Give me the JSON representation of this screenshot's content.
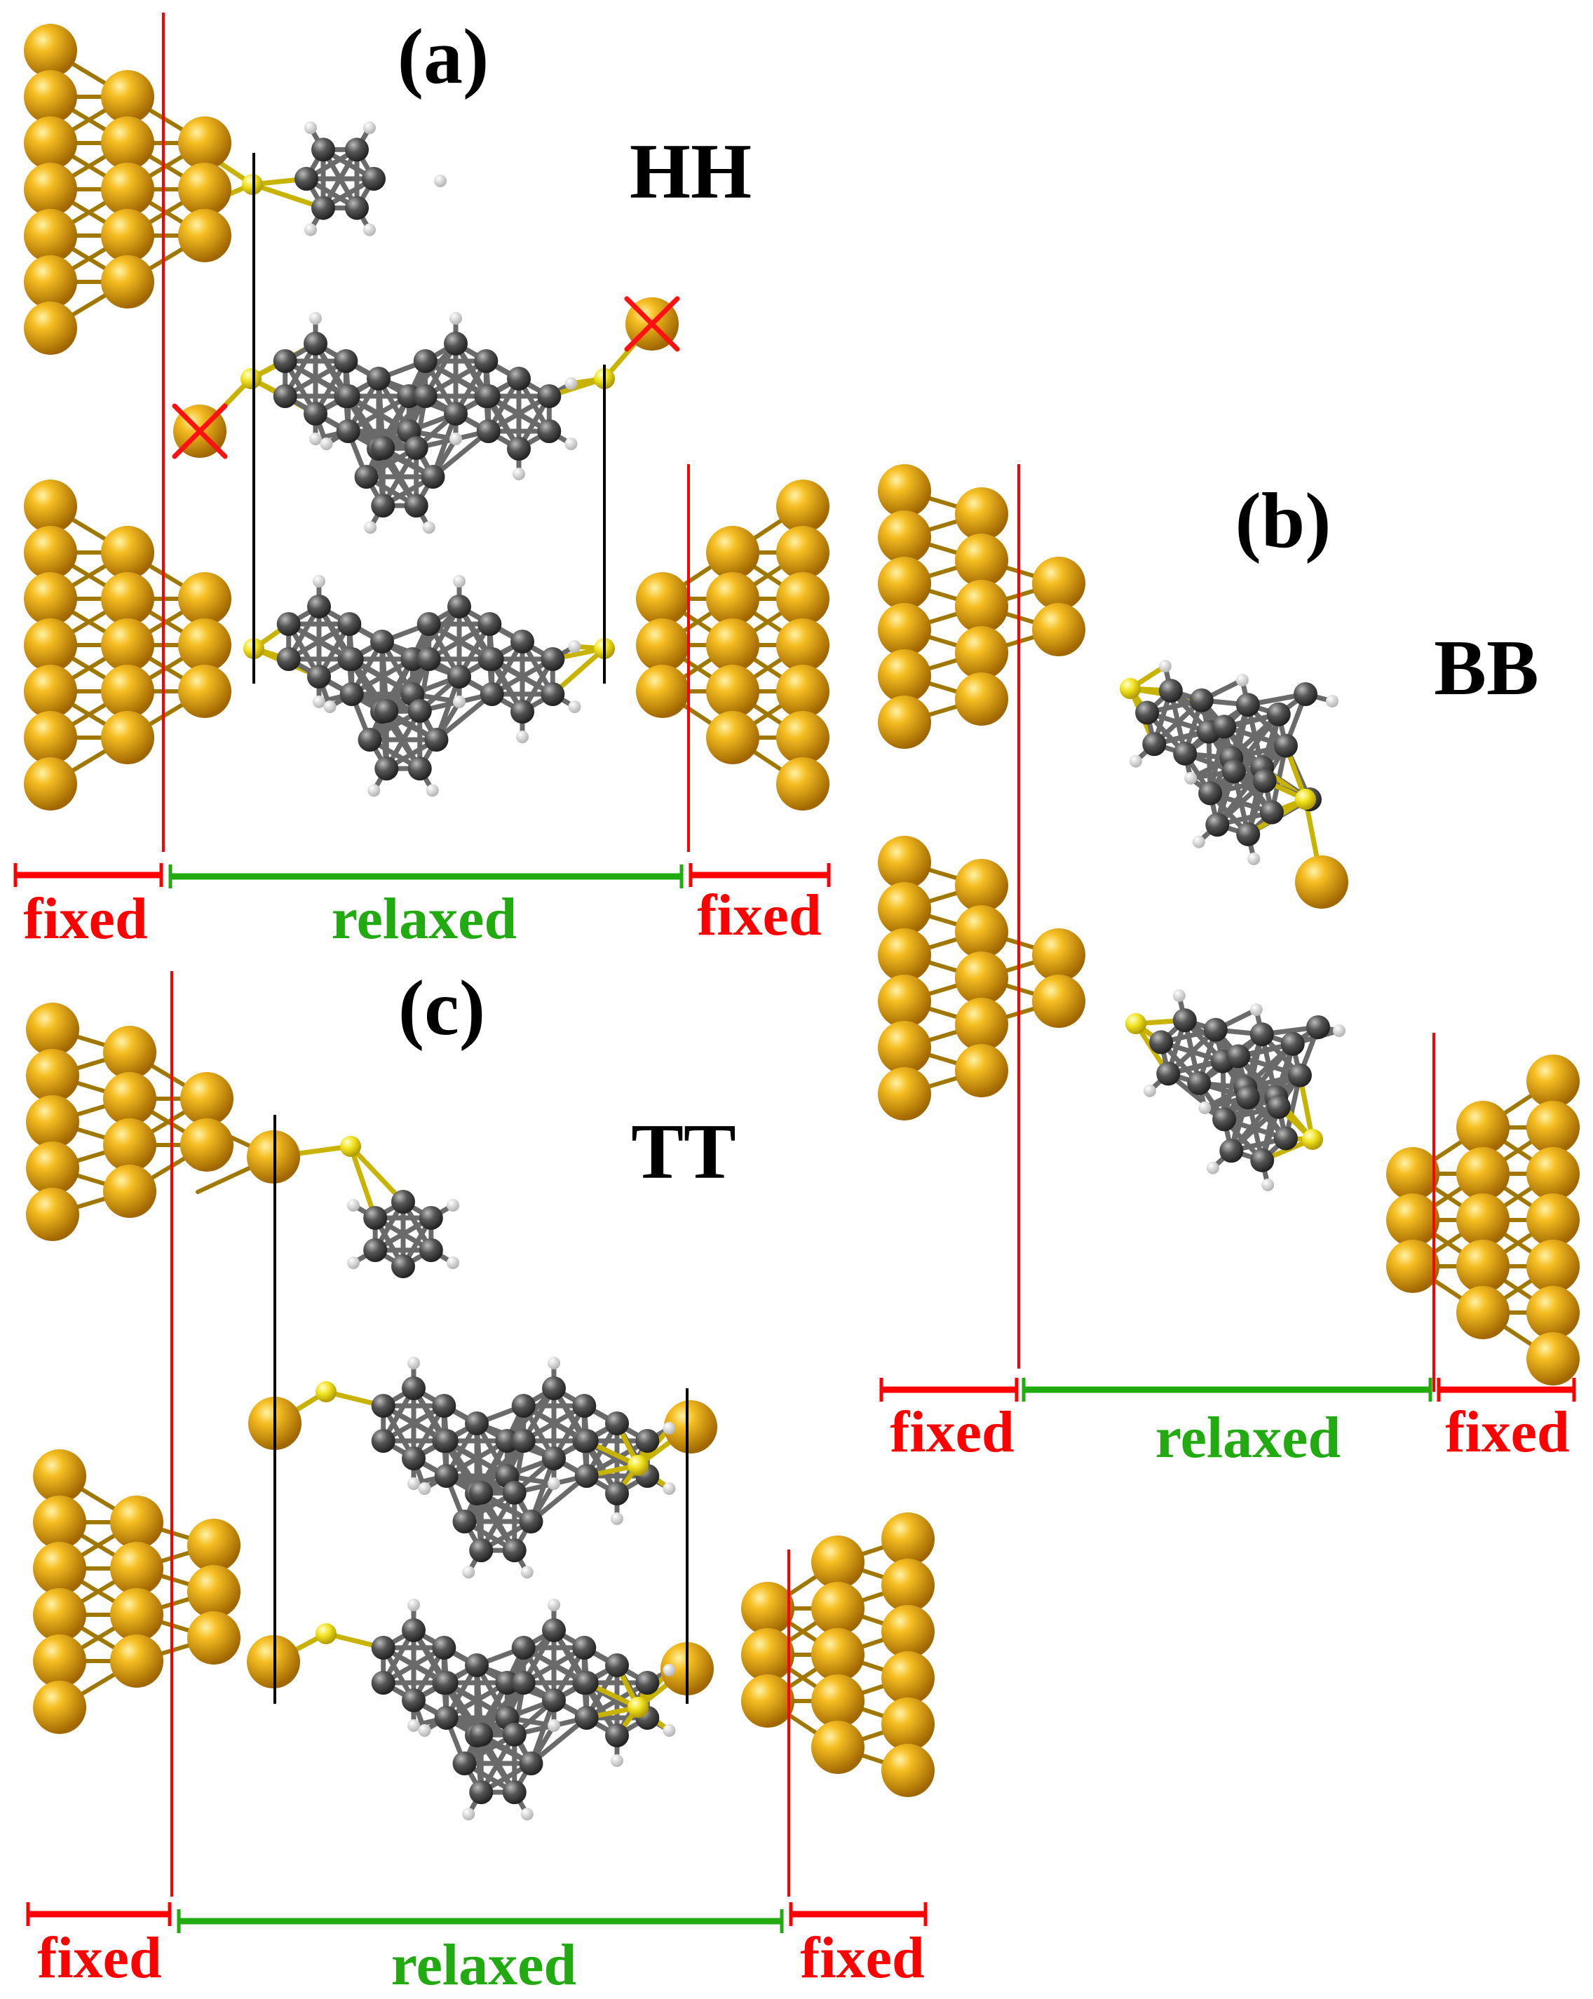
{
  "panels": {
    "a": {
      "label": "(a)",
      "config": "HH"
    },
    "b": {
      "label": "(b)",
      "config": "BB"
    },
    "c": {
      "label": "(c)",
      "config": "TT"
    }
  },
  "regions": {
    "fixed": "fixed",
    "relaxed": "relaxed"
  },
  "colors": {
    "gold_atom": "#e6a000",
    "sulfur_atom": "#f0e21e",
    "carbon_atom": "#4a4a4a",
    "hydrogen_atom": "#f2f2f2",
    "boundary_line": "#ff0000",
    "fixed_label": "#ff0000",
    "relaxed_label": "#22aa11",
    "bond_gold": "#a07800",
    "marker": "#ff1111"
  }
}
